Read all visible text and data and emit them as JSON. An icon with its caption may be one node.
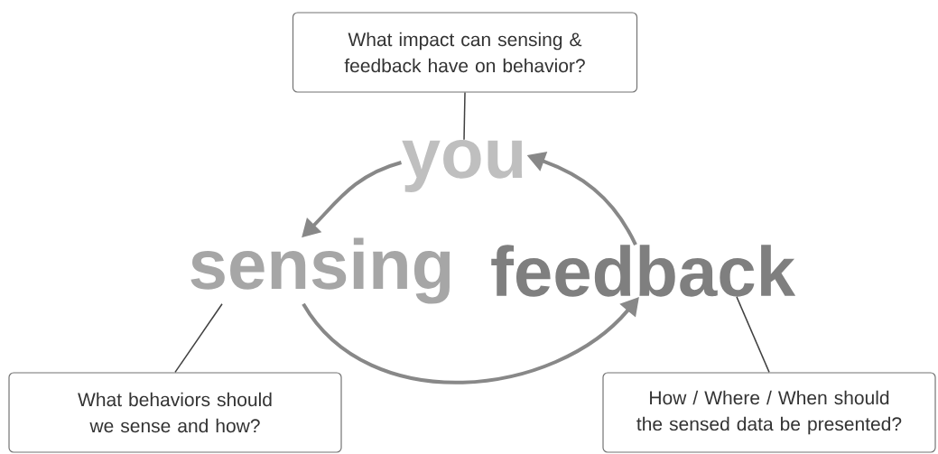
{
  "diagram": {
    "nodes": [
      {
        "text": [
          "What impact can sensing & feedback have on behavior?"
        ]
      },
      {
        "text": [
          "you"
        ]
      },
      {
        "text": [
          "sensing"
        ]
      },
      {
        "text": [
          "feedback"
        ]
      },
      {
        "text": [
          "What behaviors should we sense and how?"
        ]
      },
      {
        "text": [
          "How / Where / When should the sensed data be presented?"
        ]
      }
    ],
    "edges": [
      {
        "from": 0,
        "to": 1,
        "arrow": "none",
        "color": "#404040"
      },
      {
        "from": 1,
        "to": 2,
        "arrow": "to",
        "style": "thick"
      },
      {
        "from": 2,
        "to": 3,
        "arrow": "to",
        "style": "thick"
      },
      {
        "from": 3,
        "to": 1,
        "arrow": "to",
        "style": "thick"
      },
      {
        "from": 2,
        "to": 4,
        "arrow": "none",
        "color": "#404040"
      },
      {
        "from": 3,
        "to": 5,
        "arrow": "none",
        "color": "#404040"
      }
    ]
  }
}
